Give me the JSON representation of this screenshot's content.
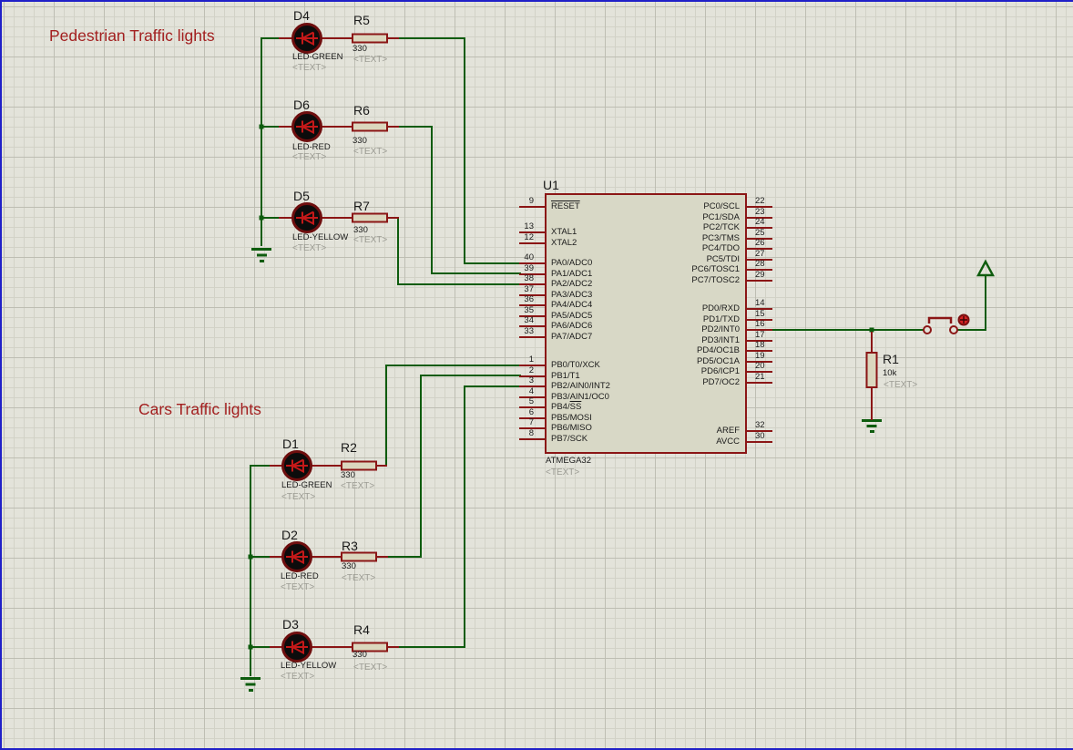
{
  "titles": {
    "pedestrian": "Pedestrian Traffic lights",
    "cars": "Cars Traffic lights"
  },
  "leds": [
    {
      "ref": "D4",
      "value": "LED-GREEN",
      "text": "<TEXT>"
    },
    {
      "ref": "D6",
      "value": "LED-RED",
      "text": "<TEXT>"
    },
    {
      "ref": "D5",
      "value": "LED-YELLOW",
      "text": "<TEXT>"
    },
    {
      "ref": "D1",
      "value": "LED-GREEN",
      "text": "<TEXT>"
    },
    {
      "ref": "D2",
      "value": "LED-RED",
      "text": "<TEXT>"
    },
    {
      "ref": "D3",
      "value": "LED-YELLOW",
      "text": "<TEXT>"
    }
  ],
  "resistors": [
    {
      "ref": "R5",
      "value": "330",
      "text": "<TEXT>"
    },
    {
      "ref": "R6",
      "value": "330",
      "text": "<TEXT>"
    },
    {
      "ref": "R7",
      "value": "330",
      "text": "<TEXT>"
    },
    {
      "ref": "R2",
      "value": "330",
      "text": "<TEXT>"
    },
    {
      "ref": "R3",
      "value": "330",
      "text": "<TEXT>"
    },
    {
      "ref": "R4",
      "value": "330",
      "text": "<TEXT>"
    },
    {
      "ref": "R1",
      "value": "10k",
      "text": "<TEXT>"
    }
  ],
  "mcu": {
    "ref": "U1",
    "part": "ATMEGA32",
    "text": "<TEXT>",
    "left_groups": [
      [
        {
          "num": "9",
          "label": "[RESET]"
        }
      ],
      [
        {
          "num": "13",
          "label": "XTAL1"
        },
        {
          "num": "12",
          "label": "XTAL2"
        }
      ],
      [
        {
          "num": "40",
          "label": "PA0/ADC0"
        },
        {
          "num": "39",
          "label": "PA1/ADC1"
        },
        {
          "num": "38",
          "label": "PA2/ADC2"
        },
        {
          "num": "37",
          "label": "PA3/ADC3"
        },
        {
          "num": "36",
          "label": "PA4/ADC4"
        },
        {
          "num": "35",
          "label": "PA5/ADC5"
        },
        {
          "num": "34",
          "label": "PA6/ADC6"
        },
        {
          "num": "33",
          "label": "PA7/ADC7"
        }
      ],
      [
        {
          "num": "1",
          "label": "PB0/T0/XCK"
        },
        {
          "num": "2",
          "label": "PB1/T1"
        },
        {
          "num": "3",
          "label": "PB2/AIN0/INT2"
        },
        {
          "num": "4",
          "label": "PB3/AIN1/OC0"
        },
        {
          "num": "5",
          "label": "PB4/[SS]"
        },
        {
          "num": "6",
          "label": "PB5/MOSI"
        },
        {
          "num": "7",
          "label": "PB6/MISO"
        },
        {
          "num": "8",
          "label": "PB7/SCK"
        }
      ]
    ],
    "right_groups": [
      [
        {
          "num": "22",
          "label": "PC0/SCL"
        },
        {
          "num": "23",
          "label": "PC1/SDA"
        },
        {
          "num": "24",
          "label": "PC2/TCK"
        },
        {
          "num": "25",
          "label": "PC3/TMS"
        },
        {
          "num": "26",
          "label": "PC4/TDO"
        },
        {
          "num": "27",
          "label": "PC5/TDI"
        },
        {
          "num": "28",
          "label": "PC6/TOSC1"
        },
        {
          "num": "29",
          "label": "PC7/TOSC2"
        }
      ],
      [
        {
          "num": "14",
          "label": "PD0/RXD"
        },
        {
          "num": "15",
          "label": "PD1/TXD"
        },
        {
          "num": "16",
          "label": "PD2/INT0"
        },
        {
          "num": "17",
          "label": "PD3/INT1"
        },
        {
          "num": "18",
          "label": "PD4/OC1B"
        },
        {
          "num": "19",
          "label": "PD5/OC1A"
        },
        {
          "num": "20",
          "label": "PD6/ICP1"
        },
        {
          "num": "21",
          "label": "PD7/OC2"
        }
      ],
      [
        {
          "num": "32",
          "label": "AREF"
        },
        {
          "num": "30",
          "label": "AVCC"
        }
      ]
    ]
  },
  "colors": {
    "wire_green": "#0E5C0E",
    "component_maroon": "#8B1616",
    "resistor_fill": "#DBD7BE",
    "chip_fill": "#D8D8C6",
    "led_symbol_red": "#C41919",
    "actuator_red": "#D62222",
    "title_red": "#A32020",
    "annotation_gray": "#9C9C94",
    "border_blue": "#2020C8"
  }
}
